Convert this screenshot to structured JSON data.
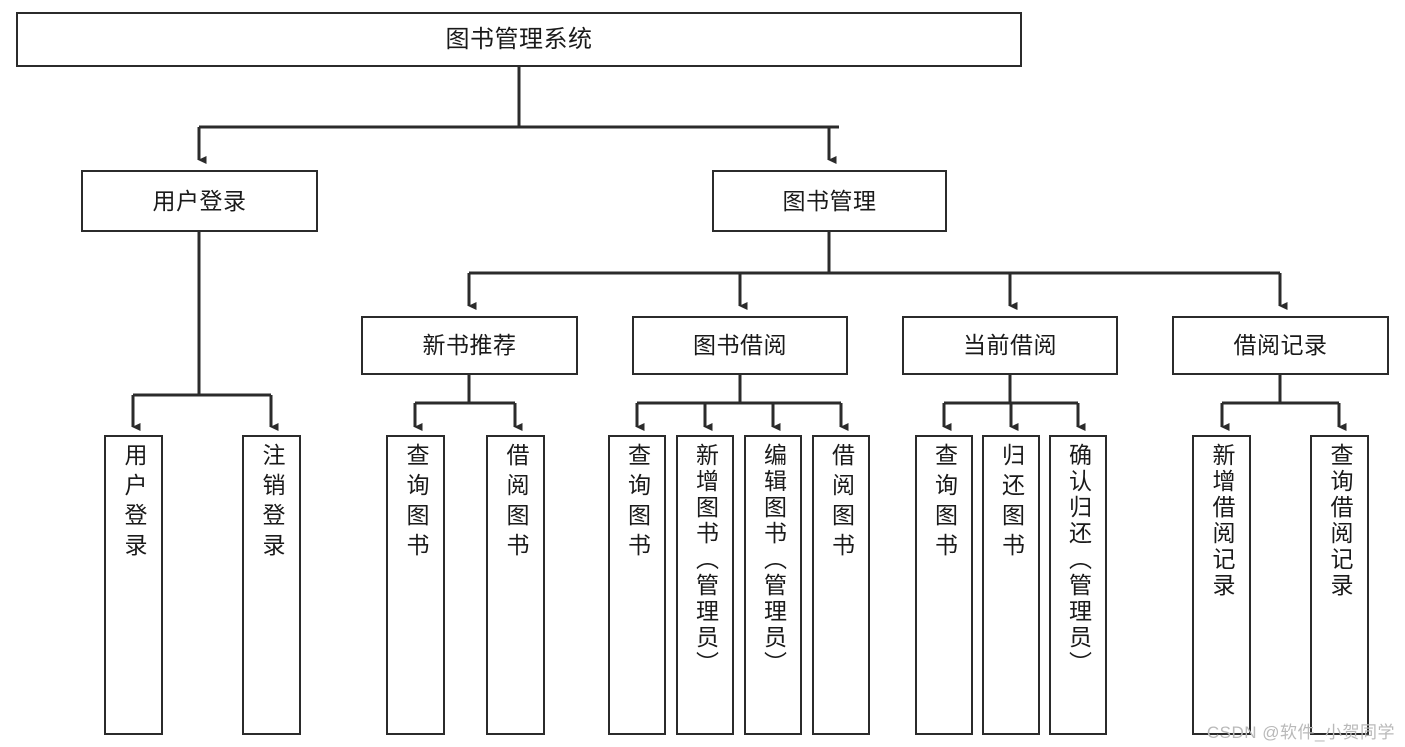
{
  "diagram": {
    "type": "tree-hierarchy",
    "title": "图书管理系统",
    "watermark": "CSDN @软件_小贺同学",
    "colors": {
      "box_border": "#2b2b2b",
      "box_fill": "#ffffff",
      "edge": "#2b2b2b",
      "background": "#ffffff",
      "watermark": "#b9b9b9"
    },
    "levels": {
      "root": "图书管理系统",
      "level2": [
        "用户登录",
        "图书管理"
      ],
      "level3": [
        "新书推荐",
        "图书借阅",
        "当前借阅",
        "借阅记录"
      ]
    },
    "nodes": {
      "root": {
        "label": "图书管理系统"
      },
      "user_login": {
        "label": "用户登录"
      },
      "book_manage": {
        "label": "图书管理"
      },
      "new_book_rec": {
        "label": "新书推荐"
      },
      "book_borrow": {
        "label": "图书借阅"
      },
      "current_borrow": {
        "label": "当前借阅"
      },
      "borrow_record": {
        "label": "借阅记录"
      },
      "leaf_user_login": {
        "label": "用户登录"
      },
      "leaf_logout": {
        "label": "注销登录"
      },
      "leaf_query_book_1": {
        "label": "查询图书"
      },
      "leaf_borrow_book_1": {
        "label": "借阅图书"
      },
      "leaf_query_book_2": {
        "label": "查询图书"
      },
      "leaf_add_book": {
        "label": "新增图书（管理员）"
      },
      "leaf_edit_book": {
        "label": "编辑图书（管理员）"
      },
      "leaf_borrow_book_2": {
        "label": "借阅图书"
      },
      "leaf_query_book_3": {
        "label": "查询图书"
      },
      "leaf_return_book": {
        "label": "归还图书"
      },
      "leaf_confirm_return": {
        "label": "确认归还（管理员）"
      },
      "leaf_add_record": {
        "label": "新增借阅记录"
      },
      "leaf_query_record": {
        "label": "查询借阅记录"
      }
    },
    "edges": [
      {
        "from": "root",
        "to": "user_login"
      },
      {
        "from": "root",
        "to": "book_manage"
      },
      {
        "from": "user_login",
        "to": "leaf_user_login"
      },
      {
        "from": "user_login",
        "to": "leaf_logout"
      },
      {
        "from": "book_manage",
        "to": "new_book_rec"
      },
      {
        "from": "book_manage",
        "to": "book_borrow"
      },
      {
        "from": "book_manage",
        "to": "current_borrow"
      },
      {
        "from": "book_manage",
        "to": "borrow_record"
      },
      {
        "from": "new_book_rec",
        "to": "leaf_query_book_1"
      },
      {
        "from": "new_book_rec",
        "to": "leaf_borrow_book_1"
      },
      {
        "from": "book_borrow",
        "to": "leaf_query_book_2"
      },
      {
        "from": "book_borrow",
        "to": "leaf_add_book"
      },
      {
        "from": "book_borrow",
        "to": "leaf_edit_book"
      },
      {
        "from": "book_borrow",
        "to": "leaf_borrow_book_2"
      },
      {
        "from": "current_borrow",
        "to": "leaf_query_book_3"
      },
      {
        "from": "current_borrow",
        "to": "leaf_return_book"
      },
      {
        "from": "current_borrow",
        "to": "leaf_confirm_return"
      },
      {
        "from": "borrow_record",
        "to": "leaf_add_record"
      },
      {
        "from": "borrow_record",
        "to": "leaf_query_record"
      }
    ]
  }
}
